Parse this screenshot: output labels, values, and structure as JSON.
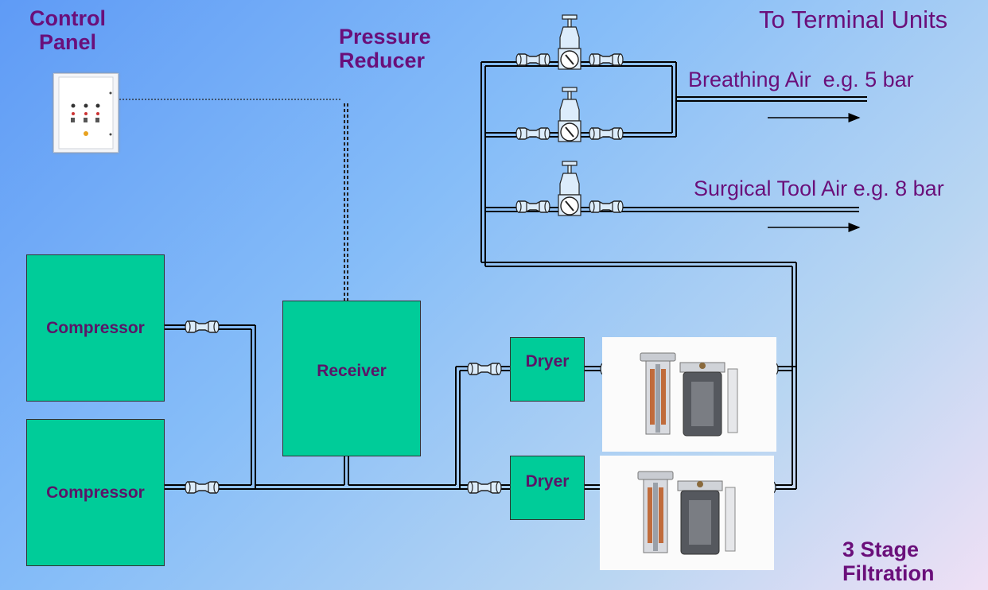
{
  "labels": {
    "control_panel_line1": "Control",
    "control_panel_line2": "Panel",
    "pressure_reducer_line1": "Pressure",
    "pressure_reducer_line2": "Reducer",
    "to_terminal_units": "To Terminal Units",
    "breathing_air": "Breathing Air  e.g. 5 bar",
    "surgical_tool_air": "Surgical Tool Air e.g. 8 bar",
    "filtration_line1": "3 Stage",
    "filtration_line2": "Filtration"
  },
  "components": {
    "compressor_1": "Compressor",
    "compressor_2": "Compressor",
    "receiver": "Receiver",
    "dryer_1": "Dryer",
    "dryer_2": "Dryer"
  },
  "colors": {
    "box_fill": "#00cc99",
    "label_purple": "#6a0f7a",
    "pipe": "#000000",
    "valve_fill": "#dcecfb"
  },
  "icons": [
    "valve-icon",
    "pressure-regulator-icon",
    "flow-arrow-icon",
    "filter-assembly-icon",
    "control-cabinet-icon"
  ]
}
